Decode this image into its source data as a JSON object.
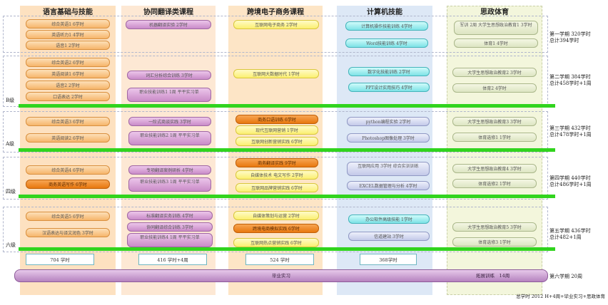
{
  "columns": [
    "语言基础与技能",
    "协同翻译类课程",
    "跨境电子商务课程",
    "计算机技能",
    "思政体育"
  ],
  "colors": {
    "col1_bg": "#fde1c0",
    "col2_bg": "#fde8d4",
    "col3_bg": "#fde5c6",
    "col4_bg": "#dde8f6",
    "col5_bg": "#f3f6dc",
    "level_bar": "#31d41e"
  },
  "courses": {
    "r1": [
      "综合英语1 6学时",
      "英语听力1 4学时",
      "语音1 2学时",
      "机器翻译实验 2学时",
      "互联网电子商务 2学时",
      "计算机操作技能训练 4学时",
      "Word技能训练 4学时",
      "军训 2周 大学生思想政治教育1 3学时",
      "体育1 4学时"
    ],
    "r2": [
      "综合英语2 6学时",
      "英语阅读1 6学时",
      "语音2 2学时",
      "口语表达 2学时",
      "词汇分析综合训练 3学时",
      "职业技能训练1 1周 平平实习单",
      "互联网大数据时代 1学时",
      "数字化技能训练 2学时",
      "PPT设计实用技巧 4学时",
      "大学生思想政治教育2 3学时",
      "体育2 4学时"
    ],
    "r3": [
      "综合英语3 6学时",
      "英语阅读2 6学时",
      "一阶式商谈实践 3学时",
      "职业技能训练2 1周 平平实习单",
      "商务口语训练 6学时",
      "现代互联网营销 1学时",
      "互联网创新营销实践 6学时",
      "python编程实验 2学时",
      "Photoshop图像处理 3学时",
      "大学生思想政治教育3 3学时",
      "体育选修1 1学时"
    ],
    "r4": [
      "综合英语4 6学时",
      "商务英语写作 6学时",
      "专项翻译案例研析 4学时",
      "职业技能训练3 1周 平平实习单",
      "商务翻译实践 9学时",
      "自媒体技术 电文写作 2学时",
      "互联网品牌营销实践 6学时",
      "互联网应用 3学时 综合实训训练",
      "EXCEL数据管理与分析 4学时",
      "大学生思想政治教育4 3学时",
      "体育选修2 1学时"
    ],
    "r5": [
      "综合英语5 6学时",
      "汉语表达与译文润色 3学时",
      "标准翻译实务训练 4学时",
      "协同翻译综合训练 3学时",
      "职业技能训练4 1周 平平实习单",
      "自媒体策划与运营 2学时",
      "跨境电商模拟实践 6学时",
      "互联网热点营销实践 6学时",
      "办公软件高级技能 1学时",
      "信道建站 3学时",
      "大学生思想政治教育5 3学时",
      "体育选修3 1学时"
    ]
  },
  "levels": [
    "B级",
    "A级",
    "四级",
    "六级"
  ],
  "semesters": [
    [
      "第一学期 320学时",
      "总计394学时"
    ],
    [
      "第二学期 384学时",
      "总计458学时+1周"
    ],
    [
      "第三学期 432学时",
      "总计478学时+1周"
    ],
    [
      "第四学期 440学时",
      "总计486学时+1周"
    ],
    [
      "第五学期 436学时",
      "总计482+1周"
    ]
  ],
  "totals": [
    "704 学时",
    "416 学时+4周",
    "524 学时",
    "368学时"
  ],
  "internship": {
    "main": "毕业实习",
    "secondary": "拓展训练　14周"
  },
  "semester6": "第六学期 20周",
  "footer": "总学时 2012 H+4周+毕业实习+思政体育"
}
